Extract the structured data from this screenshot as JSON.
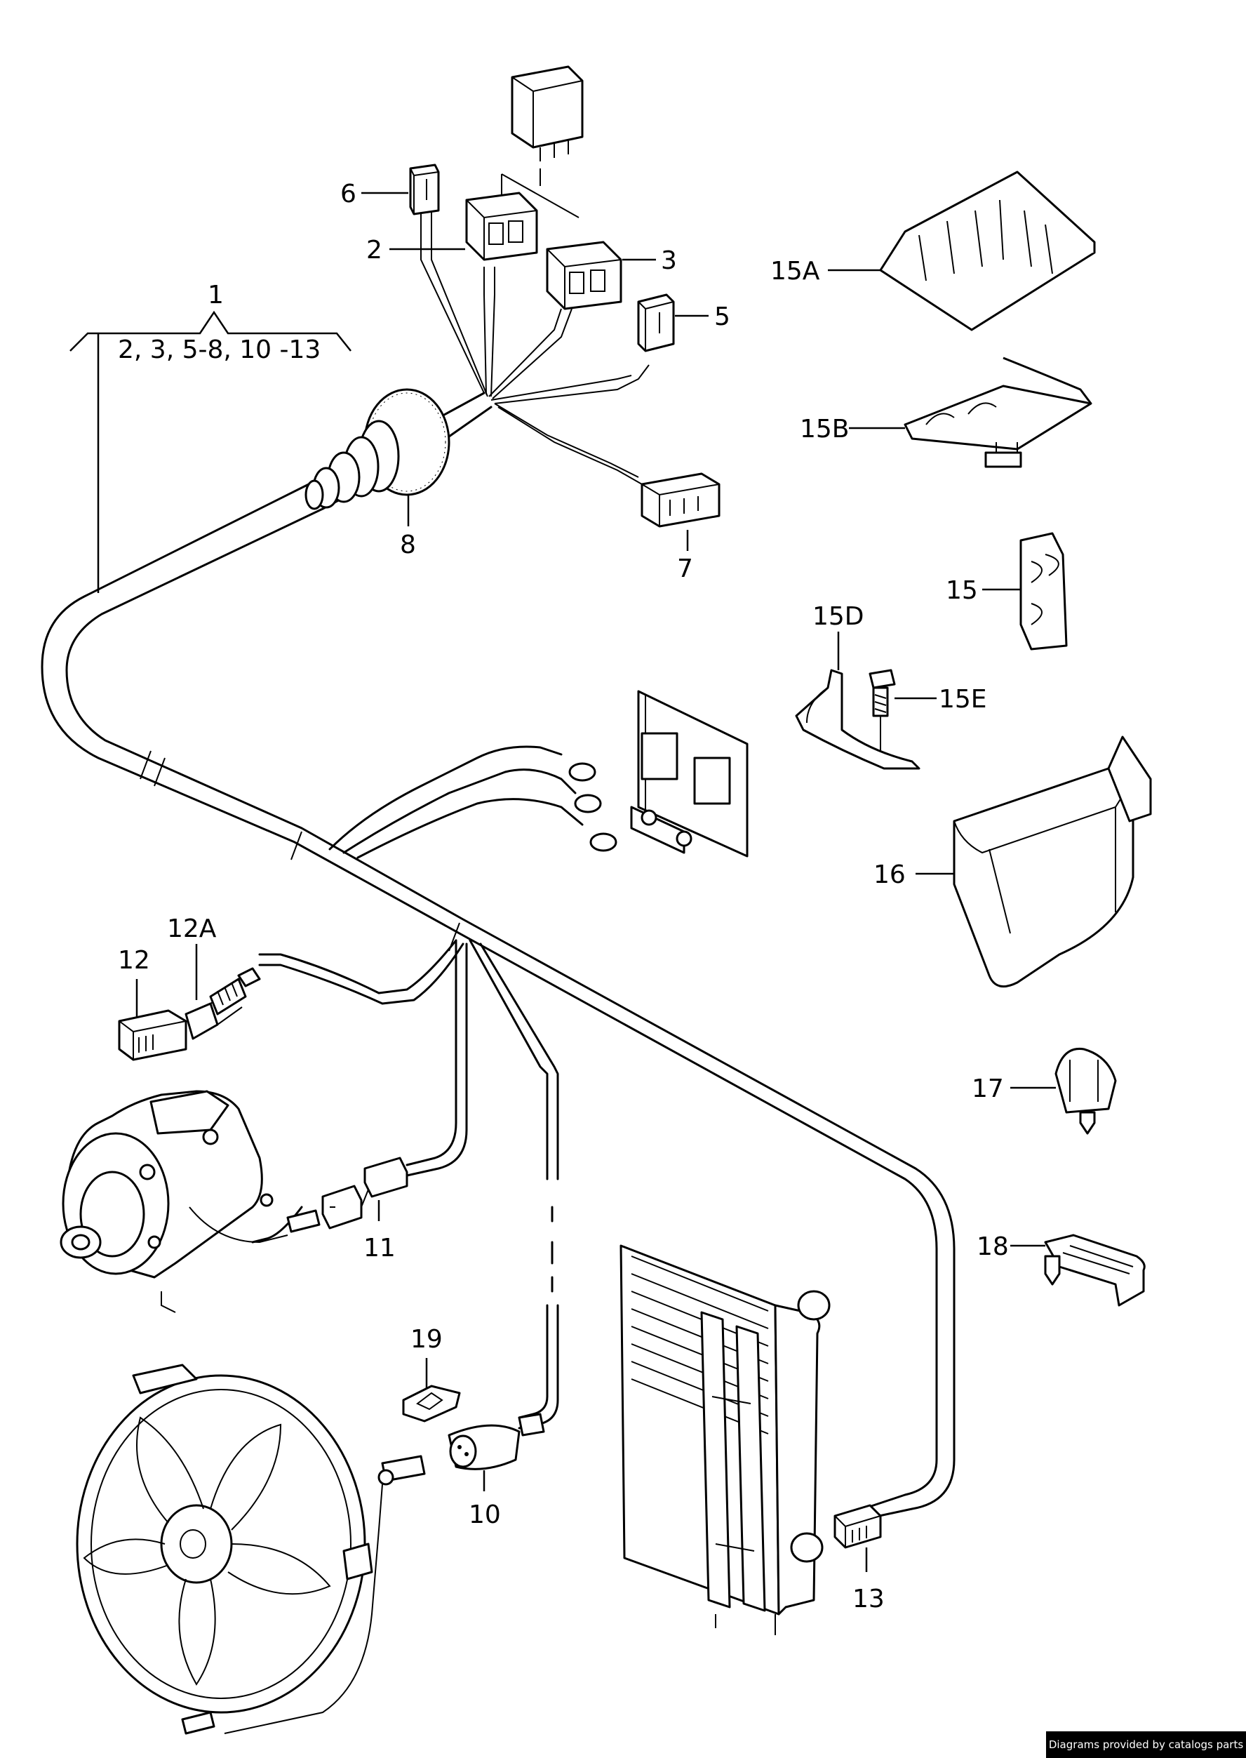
{
  "callouts": {
    "c1": "1",
    "c1_sub": "2, 3, 5-8, 10 -13",
    "c2": "2",
    "c3": "3",
    "c5": "5",
    "c6": "6",
    "c7": "7",
    "c8": "8",
    "c10": "10",
    "c11": "11",
    "c12": "12",
    "c12a": "12A",
    "c13": "13",
    "c15": "15",
    "c15a": "15A",
    "c15b": "15B",
    "c15d": "15D",
    "c15e": "15E",
    "c16": "16",
    "c17": "17",
    "c18": "18",
    "c19": "19"
  },
  "footer": "Diagrams provided by catalogs parts"
}
